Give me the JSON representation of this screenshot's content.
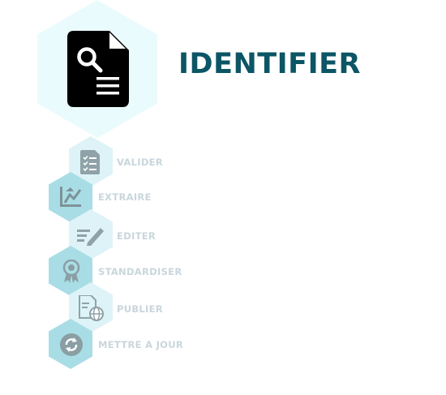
{
  "header": {
    "title": "IDENTIFIER",
    "icon": "document-search-icon"
  },
  "steps": [
    {
      "label": "VALIDER",
      "icon": "checklist-icon"
    },
    {
      "label": "EXTRAIRE",
      "icon": "extract-chart-icon"
    },
    {
      "label": "EDITER",
      "icon": "edit-pencil-icon"
    },
    {
      "label": "STANDARDISER",
      "icon": "award-badge-icon"
    },
    {
      "label": "PUBLIER",
      "icon": "publish-globe-icon"
    },
    {
      "label": "METTRE A JOUR",
      "icon": "refresh-icon"
    }
  ],
  "colors": {
    "title": "#0b5565",
    "main_hex": "#eafbfd",
    "step_hex_light": "#ddf3f7",
    "step_hex_teal": "#a9dde6",
    "label": "#c9d6dc",
    "icon_muted": "#8fa2a8"
  }
}
